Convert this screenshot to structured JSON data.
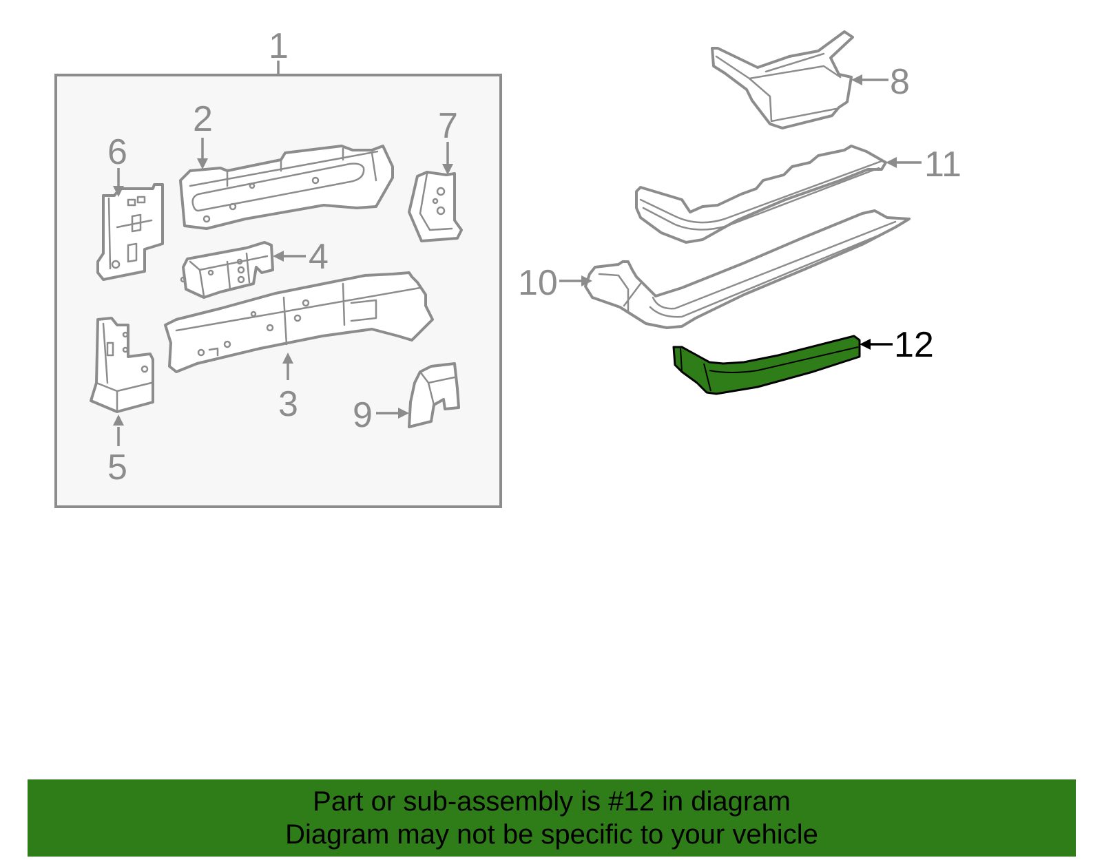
{
  "callouts": {
    "c1": "1",
    "c2": "2",
    "c3": "3",
    "c4": "4",
    "c5": "5",
    "c6": "6",
    "c7": "7",
    "c8": "8",
    "c9": "9",
    "c10": "10",
    "c11": "11",
    "c12": "12"
  },
  "highlighted_part": "12",
  "colors": {
    "highlight": "#2e7d19",
    "line": "#8c8c8c",
    "assembly_box_fill": "#f7f7f7",
    "banner": "#2e7d19"
  },
  "banner": {
    "line1": "Part or sub-assembly is #12 in diagram",
    "line2": "Diagram may not be specific to your vehicle"
  }
}
